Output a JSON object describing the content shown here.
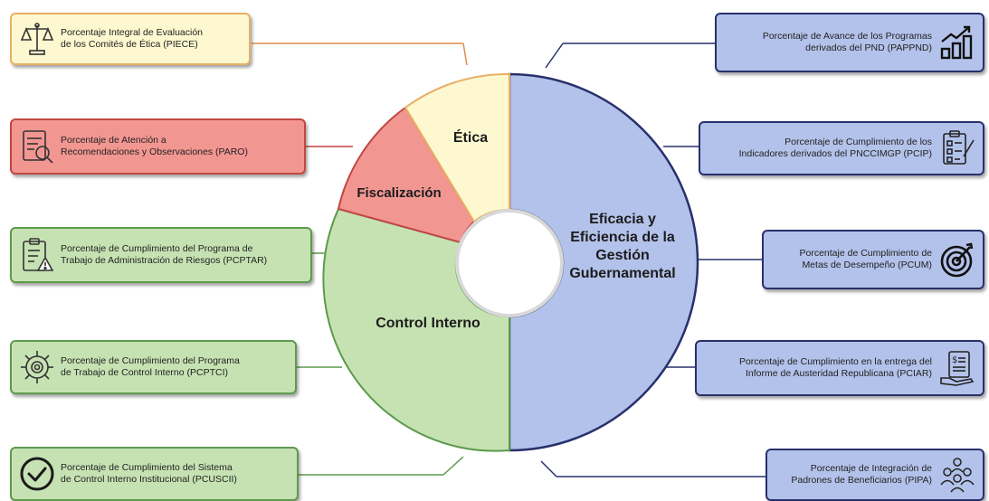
{
  "segments": {
    "etica": "Ética",
    "fiscalizacion": "Fiscalización",
    "control": "Control Interno",
    "eficacia_lines": [
      "Eficacia y",
      "Eficiencia de la",
      "Gestión",
      "Gubernamental"
    ]
  },
  "indicators": {
    "piece": {
      "line1": "Porcentaje Integral de Evaluación",
      "line2": "de los Comités de Ética (PIECE)",
      "icon": "scales-icon"
    },
    "paro": {
      "line1": "Porcentaje de Atención a",
      "line2": "Recomendaciones y Observaciones (PARO)",
      "icon": "document-magnifier-icon"
    },
    "pcptar": {
      "line1": "Porcentaje de Cumplimiento del Programa de",
      "line2": "Trabajo de Administración de Riesgos (PCPTAR)",
      "icon": "risk-clipboard-icon"
    },
    "pcptci": {
      "line1": "Porcentaje de Cumplimiento del Programa",
      "line2": "de Trabajo de Control Interno (PCPTCI)",
      "icon": "gear-icon"
    },
    "pcuscii": {
      "line1": "Porcentaje de Cumplimiento del Sistema",
      "line2": "de Control Interno Institucional (PCUSCII)",
      "icon": "check-circle-icon"
    },
    "pappnd": {
      "line1": "Porcentaje de Avance de los Programas",
      "line2": "derivados del PND (PAPPND)",
      "icon": "growth-chart-icon"
    },
    "pcip": {
      "line1": "Porcentaje de Cumplimiento de los",
      "line2": "Indicadores derivados del PNCCIMGP (PCIP)",
      "icon": "checklist-icon"
    },
    "pcum": {
      "line1": "Porcentaje de Cumplimiento de",
      "line2": "Metas de Desempeño (PCUM)",
      "icon": "target-icon"
    },
    "pciar": {
      "line1": "Porcentaje de Cumplimiento en la entrega del",
      "line2": "Informe de Austeridad Republicana (PCIAR)",
      "icon": "money-document-icon"
    },
    "pipa": {
      "line1": "Porcentaje de Integración de",
      "line2": "Padrones de Beneficiarios (PIPA)",
      "icon": "people-group-icon"
    }
  },
  "colors": {
    "etica": "#fdf8cf",
    "fiscalizacion": "#f29692",
    "control": "#c6e2b3",
    "eficacia": "#b3c2ea",
    "eficacia_border": "#28306c"
  }
}
